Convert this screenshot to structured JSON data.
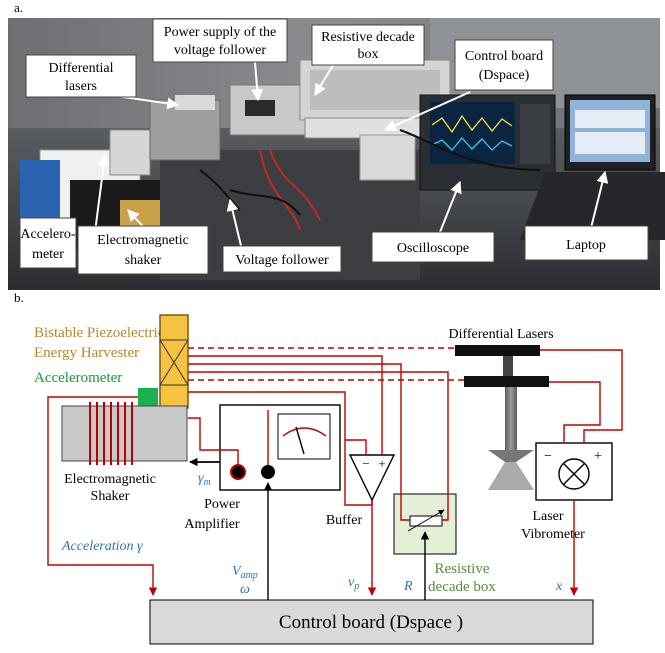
{
  "panel_a": {
    "label": "a.",
    "callouts": {
      "differential_lasers": [
        "Differential",
        "lasers"
      ],
      "power_supply": [
        "Power supply of the",
        "voltage follower"
      ],
      "resistive_box": [
        "Resistive decade",
        "box"
      ],
      "control_board": [
        "Control board",
        "(Dspace)"
      ],
      "accelerometer": [
        "Accelero-",
        "meter"
      ],
      "shaker": [
        "Electromagnetic",
        "shaker"
      ],
      "voltage_follower": "Voltage follower",
      "oscilloscope": "Oscilloscope",
      "laptop": "Laptop"
    }
  },
  "panel_b": {
    "label": "b.",
    "harvester_label": [
      "Bistable Piezoelectric",
      "Energy Harvester"
    ],
    "accelerometer_label": "Accelerometer",
    "differential_lasers_label": "Differential Lasers",
    "shaker_label": [
      "Electromagnetic",
      "Shaker"
    ],
    "amplifier_label": [
      "Power",
      "Amplifier"
    ],
    "buffer_label": "Buffer",
    "buffer_signs": {
      "minus": "−",
      "plus": "+"
    },
    "vibrometer_label": [
      "Laser",
      "Vibrometer"
    ],
    "vibrometer_signs": {
      "minus": "−",
      "plus": "+"
    },
    "resistive_label": [
      "Resistive",
      "decade box"
    ],
    "control_board_label": "Control board (Dspace )",
    "signals": {
      "acceleration": "Acceleration γ",
      "gamma_m": "γ",
      "gamma_m_sub": "m",
      "v_amp": "V",
      "v_amp_sub": "amp",
      "omega": "ω",
      "v_p": "v",
      "v_p_sub": "p",
      "R": "R",
      "x": "x"
    },
    "colors": {
      "wire": "#c00000",
      "harvester": "#f5c242",
      "accelerometer": "#18b14c",
      "harvester_text": "#b5892a",
      "accel_text": "#1a9a3a",
      "resistive_text": "#5b8a3a",
      "resistive_fill": "#e3f0d7",
      "signal_text": "#2e75b6",
      "board_fill": "#d9d9d9"
    }
  }
}
